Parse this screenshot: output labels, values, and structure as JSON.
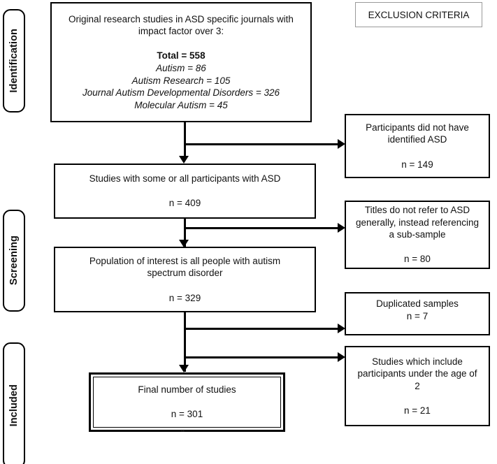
{
  "diagram": {
    "title": "PRISMA study selection flow diagram",
    "type": "flowchart",
    "colors": {
      "stroke": "#000000",
      "background": "#ffffff",
      "muted_border": "#9a9a9a"
    }
  },
  "stages": [
    {
      "id": "identification",
      "label": "Identification"
    },
    {
      "id": "screening",
      "label": "Screening"
    },
    {
      "id": "included",
      "label": "Included"
    }
  ],
  "exclusion_header": {
    "label": "EXCLUSION CRITERIA"
  },
  "flow_boxes": [
    {
      "id": "records-identified",
      "lines": [
        {
          "text": "Original research studies in ASD specific journals with",
          "style": "normal"
        },
        {
          "text": "impact factor over 3:",
          "style": "normal"
        },
        {
          "text": "",
          "style": "spacer"
        },
        {
          "text": "Total = 558",
          "style": "bold"
        },
        {
          "text": "Autism = 86",
          "style": "italic"
        },
        {
          "text": "Autism Research = 105",
          "style": "italic"
        },
        {
          "text": "Journal Autism Developmental Disorders = 326",
          "style": "italic"
        },
        {
          "text": "Molecular Autism = 45",
          "style": "italic"
        }
      ]
    },
    {
      "id": "studies-with-asd-participants",
      "lines": [
        {
          "text": "Studies with some or all participants with ASD",
          "style": "normal"
        },
        {
          "text": "",
          "style": "spacer"
        },
        {
          "text": "n =  409",
          "style": "normal"
        }
      ]
    },
    {
      "id": "population-of-interest",
      "lines": [
        {
          "text": "Population of interest is all people with autism",
          "style": "normal"
        },
        {
          "text": "spectrum disorder",
          "style": "normal"
        },
        {
          "text": "",
          "style": "spacer"
        },
        {
          "text": "n = 329",
          "style": "normal"
        }
      ]
    }
  ],
  "final_box": {
    "id": "final-number-of-studies",
    "lines": [
      {
        "text": "Final number of studies",
        "style": "normal"
      },
      {
        "text": "",
        "style": "spacer"
      },
      {
        "text": "n = 301",
        "style": "normal"
      }
    ],
    "clipped_artifact": "n"
  },
  "exclusion_boxes": [
    {
      "id": "no-identified-asd",
      "align": "center",
      "lines": [
        {
          "text": "Participants did not have",
          "style": "normal"
        },
        {
          "text": "identified ASD",
          "style": "normal"
        },
        {
          "text": "",
          "style": "spacer"
        },
        {
          "text": "n = 149",
          "style": "normal"
        }
      ]
    },
    {
      "id": "titles-sub-sample",
      "align": "center",
      "lines": [
        {
          "text": "Titles do not refer to ASD",
          "style": "normal"
        },
        {
          "text": "generally, instead referencing",
          "style": "normal"
        },
        {
          "text": "a sub-sample",
          "style": "normal"
        },
        {
          "text": "",
          "style": "spacer"
        },
        {
          "text": "n = 80",
          "style": "normal"
        }
      ]
    },
    {
      "id": "duplicated-samples",
      "align": "top",
      "lines": [
        {
          "text": "Duplicated samples",
          "style": "normal"
        },
        {
          "text": "n = 7",
          "style": "normal"
        }
      ]
    },
    {
      "id": "participants-under-age-2",
      "align": "center",
      "lines": [
        {
          "text": "Studies which include",
          "style": "normal"
        },
        {
          "text": "participants under the age of",
          "style": "normal"
        },
        {
          "text": "2",
          "style": "normal"
        },
        {
          "text": "",
          "style": "spacer"
        },
        {
          "text": "n = 21",
          "style": "normal"
        }
      ]
    }
  ]
}
